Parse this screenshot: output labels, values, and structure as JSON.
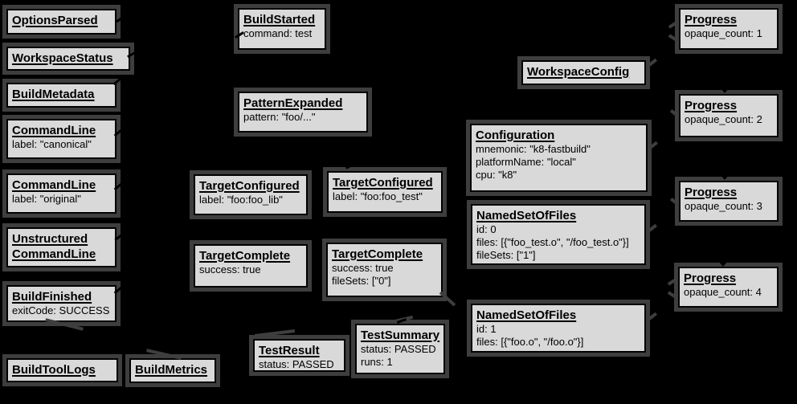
{
  "colors": {
    "background": "#000000",
    "node_fill": "#d9d9d9",
    "node_border": "#000000",
    "node_shadow": "#3e3e3e",
    "text": "#000000"
  },
  "diagram_type": "build-event-protocol-graph",
  "nodes": [
    {
      "title": "OptionsParsed",
      "fields": []
    },
    {
      "title": "WorkspaceStatus",
      "fields": []
    },
    {
      "title": "BuildMetadata",
      "fields": []
    },
    {
      "title": "CommandLine",
      "fields": [
        "label: \"canonical\""
      ]
    },
    {
      "title": "CommandLine",
      "fields": [
        "label: \"original\""
      ]
    },
    {
      "title": "Unstructured CommandLine",
      "fields": []
    },
    {
      "title": "BuildFinished",
      "fields": [
        "exitCode: SUCCESS"
      ]
    },
    {
      "title": "BuildToolLogs",
      "fields": []
    },
    {
      "title": "BuildMetrics",
      "fields": []
    },
    {
      "title": "BuildStarted",
      "fields": [
        "command: test"
      ]
    },
    {
      "title": "PatternExpanded",
      "fields": [
        "pattern: \"foo/...\""
      ]
    },
    {
      "title": "TargetConfigured",
      "fields": [
        "label: \"foo:foo_lib\""
      ]
    },
    {
      "title": "TargetConfigured",
      "fields": [
        "label: \"foo:foo_test\""
      ]
    },
    {
      "title": "TargetComplete",
      "fields": [
        "success: true"
      ]
    },
    {
      "title": "TargetComplete",
      "fields": [
        "success: true",
        "fileSets: [\"0\"]"
      ]
    },
    {
      "title": "TestResult",
      "fields": [
        "status: PASSED"
      ]
    },
    {
      "title": "TestSummary",
      "fields": [
        "status: PASSED",
        "runs: 1"
      ]
    },
    {
      "title": "WorkspaceConfig",
      "fields": []
    },
    {
      "title": "Configuration",
      "fields": [
        "mnemonic: \"k8-fastbuild\"",
        "platformName: \"local\"",
        "cpu: \"k8\""
      ]
    },
    {
      "title": "NamedSetOfFiles",
      "fields": [
        "id: 0",
        "files: [{\"foo_test.o\", \"/foo_test.o\"}]",
        "fileSets: [\"1\"]"
      ]
    },
    {
      "title": "NamedSetOfFiles",
      "fields": [
        "id: 1",
        "files: [{\"foo.o\", \"/foo.o\"}]"
      ]
    },
    {
      "title": "Progress",
      "fields": [
        "opaque_count: 1"
      ]
    },
    {
      "title": "Progress",
      "fields": [
        "opaque_count: 2"
      ]
    },
    {
      "title": "Progress",
      "fields": [
        "opaque_count: 3"
      ]
    },
    {
      "title": "Progress",
      "fields": [
        "opaque_count: 4"
      ]
    }
  ]
}
